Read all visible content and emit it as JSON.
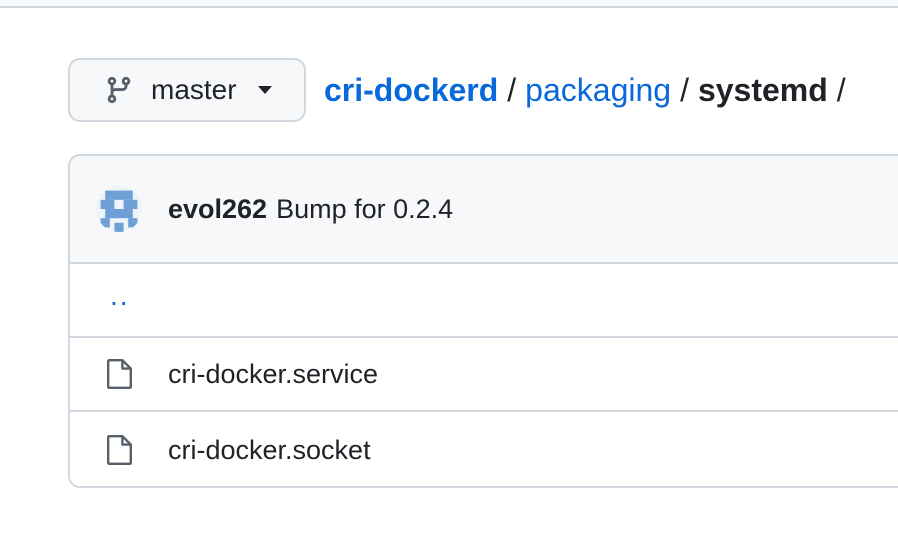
{
  "branch": {
    "label": "master",
    "icon": "git-branch-icon"
  },
  "breadcrumb": {
    "repo": "cri-dockerd",
    "folder": "packaging",
    "current": "systemd",
    "separator": "/"
  },
  "commit": {
    "author": "evol262",
    "message": "Bump for 0.2.4",
    "avatar_color": "#6e9fd6"
  },
  "files": {
    "parent_label": "..",
    "items": [
      {
        "name": "cri-docker.service",
        "icon": "file-icon"
      },
      {
        "name": "cri-docker.socket",
        "icon": "file-icon"
      }
    ]
  },
  "colors": {
    "link": "#0969da",
    "text": "#1f2328",
    "border": "#d0d7de",
    "muted_bg": "#f6f8fa"
  }
}
